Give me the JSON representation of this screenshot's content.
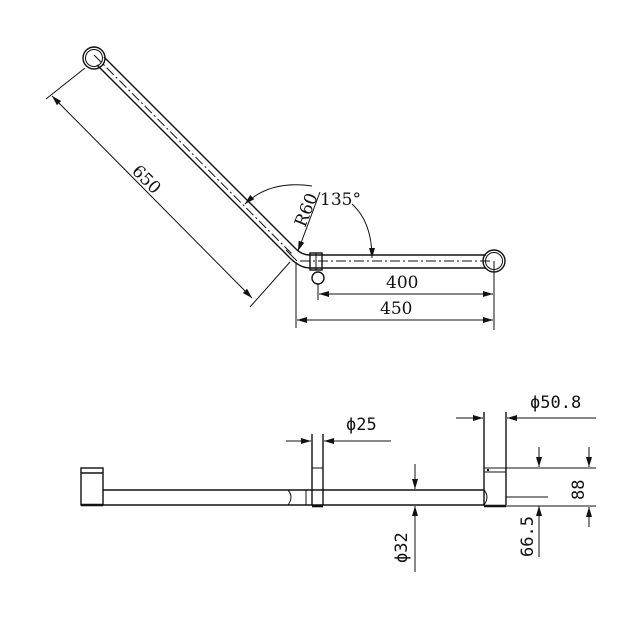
{
  "drawing": {
    "title": "Angled grab rail dimensional drawing",
    "top_view": {
      "dimensions": {
        "angled_length": "650",
        "bend_radius": "R60",
        "angle": "135°",
        "horizontal_inner_length": "400",
        "horizontal_overall_length": "450"
      }
    },
    "front_view": {
      "dimensions": {
        "mid_post_diameter": "ϕ25",
        "flange_diameter": "ϕ50.8",
        "tube_diameter": "ϕ32",
        "flange_height": "88",
        "tube_center_height": "66.5"
      }
    }
  }
}
